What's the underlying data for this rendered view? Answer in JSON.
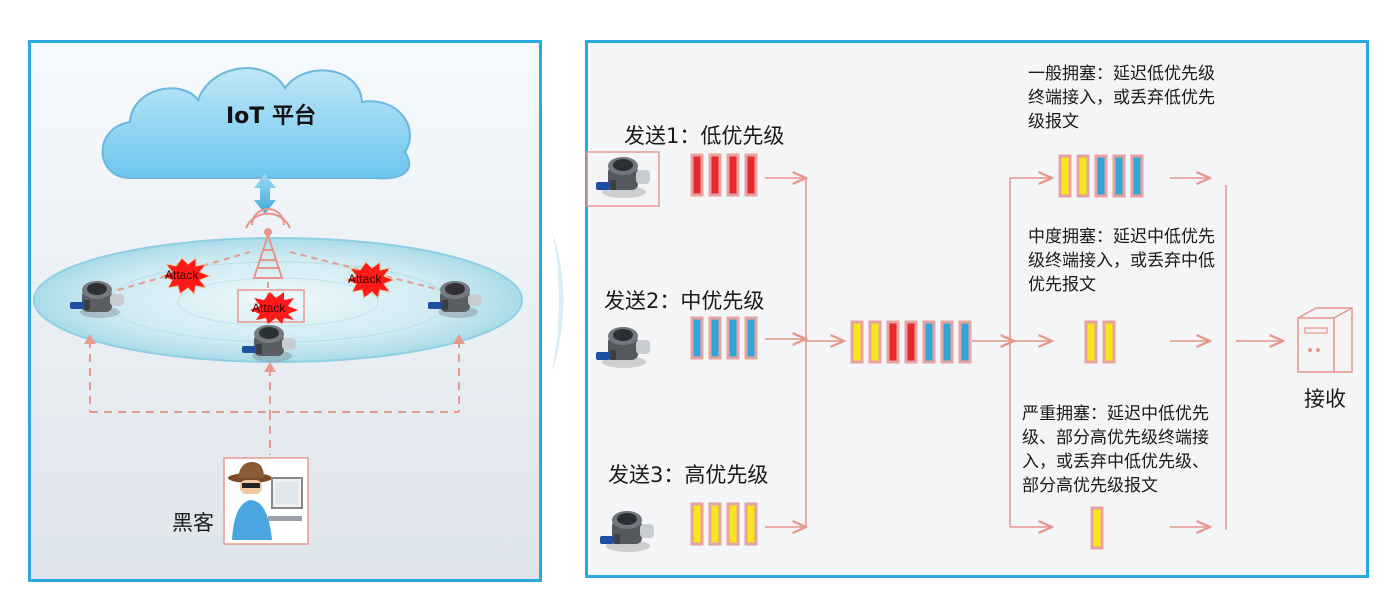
{
  "left": {
    "cloud_label": "IoT 平台",
    "hacker_label": "黑客",
    "attack_labels": [
      "Attack",
      "Attack",
      "Attack"
    ]
  },
  "right": {
    "senders": [
      {
        "label": "发送1：低优先级",
        "priority": "low",
        "color": "#e8272d"
      },
      {
        "label": "发送2：中优先级",
        "priority": "medium",
        "color": "#2fa5d8"
      },
      {
        "label": "发送3：高优先级",
        "priority": "high",
        "color": "#f5e61e"
      }
    ],
    "notes": {
      "general": "一般拥塞：延迟低优先级终端接入，或丢弃低优先级报文",
      "medium": "中度拥塞：延迟中低优先级终端接入，或丢弃中低优先报文",
      "severe": "严重拥塞：延迟中低优先级、部分高优先级终端接入，或丢弃中低优先级、部分高优先级报文"
    },
    "receiver_label": "接收"
  },
  "colors": {
    "panel_border": "#29a9e0",
    "low": "#e8272d",
    "medium": "#2fa5d8",
    "high": "#f5e61e",
    "arrow": "#e8958c"
  }
}
